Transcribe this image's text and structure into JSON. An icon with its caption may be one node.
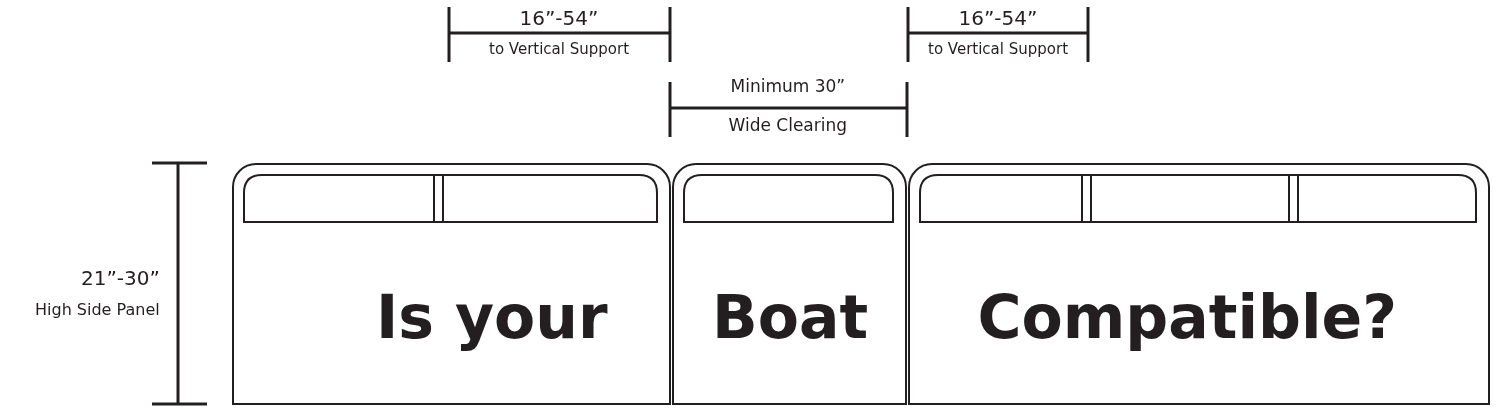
{
  "diagram": {
    "nodes": [
      {
        "text": [
          "Is your"
        ]
      },
      {
        "text": [
          "Boat"
        ]
      },
      {
        "text": [
          "Compatible?"
        ]
      }
    ],
    "labels": [
      "16”-54”",
      "to Vertical Support",
      "16”-54”",
      "to Vertical Support",
      "Minimum 30”",
      "Wide Clearing",
      "21”-30”",
      "High Side Panel"
    ]
  }
}
